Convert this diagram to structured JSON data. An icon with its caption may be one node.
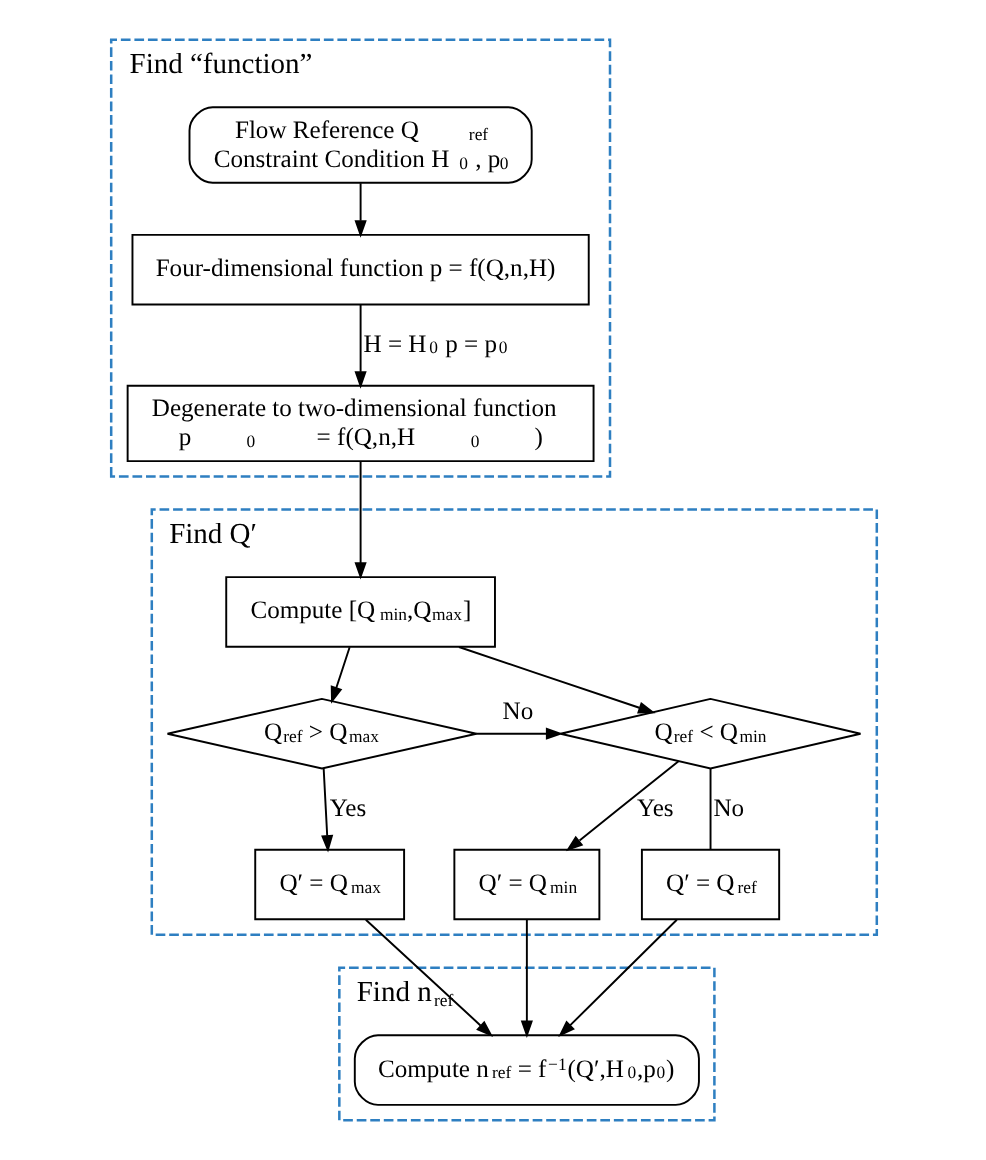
{
  "diagram": {
    "nodes": [
      {
        "text": [
          "Find “function”"
        ]
      },
      {
        "text": [
          "Flow Reference Q$_{ref}$",
          "Constraint Condition H$_{0}$ , p$_{0}$"
        ],
        "in": 0
      },
      {
        "text": [
          "Four-dimensional function p = f(Q,n,H)"
        ],
        "in": 0
      },
      {
        "text": [
          "Degenerate to two-dimensional function",
          "p$_{0}$ = f(Q,n,H$_{0}$)"
        ],
        "in": 0
      },
      {
        "text": [
          "Find Q′"
        ]
      },
      {
        "text": [
          "Compute [Q$_{min}$,Q$_{max}$]"
        ],
        "in": 4
      },
      {
        "text": [
          "Q$_{ref}$ > Q$_{max}$"
        ],
        "in": 4
      },
      {
        "text": [
          "Q$_{ref}$ < Q$_{min}$"
        ],
        "in": 4
      },
      {
        "text": [
          "Q′ = Q$_{max}$"
        ],
        "in": 4
      },
      {
        "text": [
          "Q′ = Q$_{min}$"
        ],
        "in": 4
      },
      {
        "text": [
          "Q′ = Q$_{ref}$"
        ],
        "in": 4
      },
      {
        "text": [
          "Find n$_{ref}$"
        ]
      },
      {
        "text": [
          "Compute n$_{ref}$ = f$^{−1}$(Q′,H$_{0}$,p$_{0}$)"
        ],
        "in": 11
      }
    ],
    "edges": [
      {
        "from": 1,
        "to": 2,
        "arrow": "to"
      },
      {
        "from": 2,
        "to": 3,
        "arrow": "to",
        "label": "H = H$_{0}$ p = p$_{0}$"
      },
      {
        "from": 3,
        "to": 5,
        "arrow": "to"
      },
      {
        "from": 5,
        "to": 6,
        "arrow": "to"
      },
      {
        "from": 5,
        "to": 7,
        "arrow": "to"
      },
      {
        "from": 6,
        "to": 7,
        "arrow": "to",
        "label": "No"
      },
      {
        "from": 6,
        "to": 8,
        "arrow": "to",
        "label": "Yes"
      },
      {
        "from": 7,
        "to": 9,
        "arrow": "to",
        "label": "Yes"
      },
      {
        "from": 7,
        "to": 10,
        "arrow": "none",
        "label": "No"
      },
      {
        "from": 8,
        "to": 12,
        "arrow": "to"
      },
      {
        "from": 9,
        "to": 12,
        "arrow": "to"
      },
      {
        "from": 10,
        "to": 12,
        "arrow": "to"
      }
    ]
  }
}
